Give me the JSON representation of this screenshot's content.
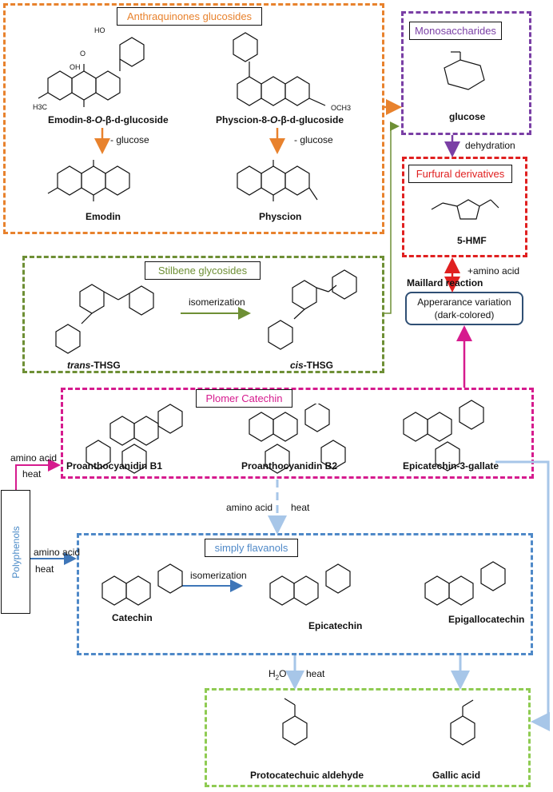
{
  "boxes": {
    "anthraquinones": "Anthraquinones  glucosides",
    "monosaccharides": "Monosaccharides",
    "furfural": "Furfural derivatives",
    "stilbene": "Stilbene glycosides",
    "plomer": "Plomer Catechin",
    "flavanols": "simply flavanols"
  },
  "compounds": {
    "emodin_glucoside_prefix": "Emodin-8-",
    "emodin_glucoside_italic": "O",
    "emodin_glucoside_suffix": "-β-d-glucoside",
    "physcion_glucoside_prefix": "Physcion-8-",
    "physcion_glucoside_italic": "O",
    "physcion_glucoside_suffix": "-β-d-glucoside",
    "emodin": "Emodin",
    "physcion": "Physcion",
    "glucose": "glucose",
    "hmf": "5-HMF",
    "trans_italic": "trans",
    "trans_suffix": "-THSG",
    "cis_italic": "cis",
    "cis_suffix": "-THSG",
    "procyanidin_b1": "Proanthocyanidin B1",
    "procyanidin_b2": "Proanthocyanidin B2",
    "ecg": "Epicatechin-3-gallate",
    "catechin": "Catechin",
    "epicatechin": "Epicatechin",
    "egc": "Epigallocatechin",
    "protocatechuic": "Protocatechuic aldehyde",
    "gallic": "Gallic acid"
  },
  "reactions": {
    "minus_glucose_1": "- glucose",
    "minus_glucose_2": "- glucose",
    "dehydration": "dehydration",
    "amino_acid_plus": "+amino acid",
    "maillard": "Maillard reaction",
    "isomerization_1": "isomerization",
    "isomerization_2": "isomerization",
    "amino_acid_1": "amino acid",
    "heat_1": "heat",
    "amino_acid_2": "amino acid",
    "heat_2": "heat",
    "amino_acid_3": "amino acid",
    "heat_3": "heat",
    "h2o": "H",
    "h2o_sub": "2",
    "h2o_o": "O",
    "heat_4": "heat"
  },
  "outcome": {
    "line1": "Apperarance variation",
    "line2": "(dark-colored)"
  },
  "source": "Polyphenols",
  "atoms": {
    "OH": "OH",
    "O": "O",
    "HO": "HO",
    "H3C": "H3C",
    "OCH3": "OCH3"
  },
  "colors": {
    "orange": "#e8822d",
    "purple": "#7a3fa5",
    "red": "#e02020",
    "green": "#6e8f35",
    "magenta": "#d61b8e",
    "blue": "#4f89c8",
    "light_blue": "#a7c6e8",
    "light_green": "#8fcb52",
    "navy": "#2f4f74"
  }
}
